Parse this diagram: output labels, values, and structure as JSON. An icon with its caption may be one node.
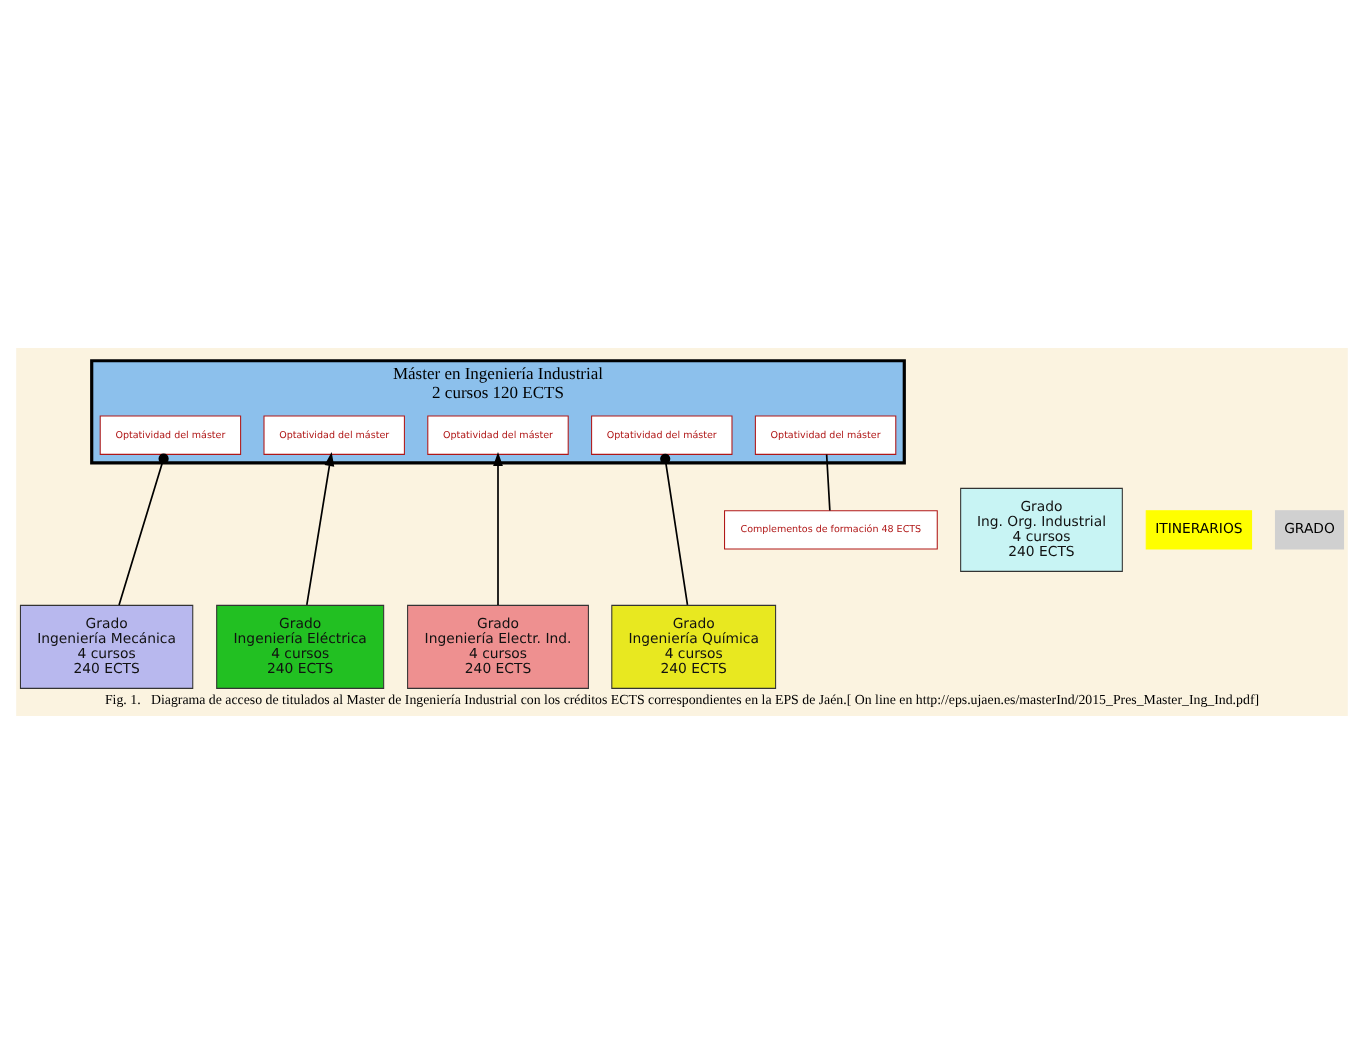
{
  "diagram": {
    "caption": "Fig. 1.   Diagrama de acceso de titulados al Master de Ingeniería Industrial con los créditos ECTS correspondientes en la EPS de Jaén.[ On line en http://eps.ujaen.es/masterInd/2015_Pres_Master_Ing_Ind.pdf]",
    "nodes": [
      {
        "text": [
          "Máster en Ingeniería Industrial",
          "2 cursos 120 ECTS"
        ]
      },
      {
        "text": [
          "Optatividad del máster"
        ],
        "in": 0
      },
      {
        "text": [
          "Optatividad del máster"
        ],
        "in": 0
      },
      {
        "text": [
          "Optatividad del máster"
        ],
        "in": 0
      },
      {
        "text": [
          "Optatividad del máster"
        ],
        "in": 0
      },
      {
        "text": [
          "Optatividad del máster"
        ],
        "in": 0
      },
      {
        "text": [
          "Grado",
          "Ingeniería Mecánica",
          "4 cursos",
          "240 ECTS"
        ]
      },
      {
        "text": [
          "Grado",
          "Ingeniería Eléctrica",
          "4 cursos",
          "240 ECTS"
        ]
      },
      {
        "text": [
          "Grado",
          "Ingeniería Electr. Ind.",
          "4 cursos",
          "240 ECTS"
        ]
      },
      {
        "text": [
          "Grado",
          "Ingeniería Química",
          "4 cursos",
          "240 ECTS"
        ]
      },
      {
        "text": [
          "Complementos de formación 48 ECTS"
        ]
      },
      {
        "text": [
          "Grado",
          "Ing. Org. Industrial",
          "4 cursos",
          "240 ECTS"
        ]
      }
    ],
    "edges": [
      {
        "from": 6,
        "to": 1,
        "arrow": "other"
      },
      {
        "from": 7,
        "to": 2,
        "arrow": "to"
      },
      {
        "from": 8,
        "to": 3,
        "arrow": "to"
      },
      {
        "from": 9,
        "to": 4,
        "arrow": "other"
      },
      {
        "from": 10,
        "to": 5,
        "arrow": "none"
      }
    ],
    "labels": [
      "ITINERARIOS",
      "GRADO"
    ]
  }
}
